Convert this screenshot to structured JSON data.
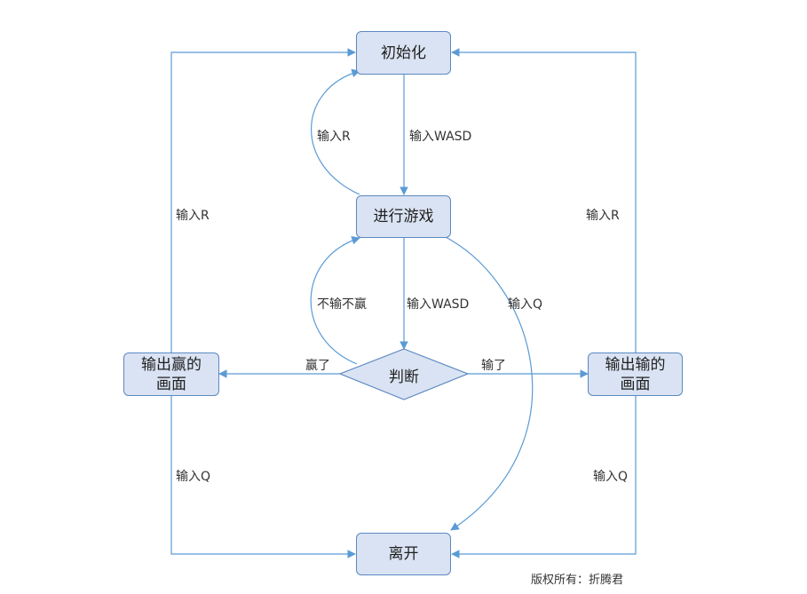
{
  "nodes": {
    "init": "初始化",
    "play": "进行游戏",
    "judge": "判断",
    "win": "输出赢的\n画面",
    "lose": "输出输的\n画面",
    "exit": "离开"
  },
  "edges": {
    "init_to_play": "输入WASD",
    "play_to_init": "输入R",
    "judge_to_play": "不输不赢",
    "play_to_judge": "输入WASD",
    "play_to_exit": "输入Q",
    "judge_to_win": "赢了",
    "judge_to_lose": "输了",
    "win_to_init": "输入R",
    "lose_to_init": "输入R",
    "win_to_exit": "输入Q",
    "lose_to_exit": "输入Q"
  },
  "colors": {
    "node_fill": "#dae3f3",
    "node_border": "#5b88c2",
    "edge": "#5b9bd5"
  },
  "footer": {
    "copyright": "版权所有：折腾君"
  }
}
